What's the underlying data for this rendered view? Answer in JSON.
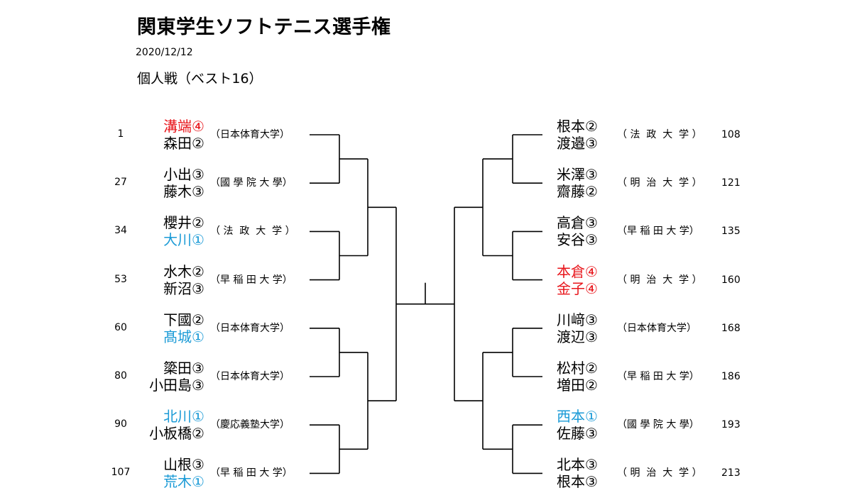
{
  "title": "関東学生ソフトテニス選手権",
  "date": "2020/12/12",
  "subtitle": "個人戦（ベスト16）",
  "colors": {
    "winner": "#e8141a",
    "first_year": "#1a9ad6",
    "text": "#000000"
  },
  "left_pairs": [
    {
      "seed": "1",
      "players": [
        {
          "name": "溝端④",
          "color": "#e8141a"
        },
        {
          "name": "森田②",
          "color": "#000000"
        }
      ],
      "school": "（日本体育大学）"
    },
    {
      "seed": "27",
      "players": [
        {
          "name": "小出③",
          "color": "#000000"
        },
        {
          "name": "藤木③",
          "color": "#000000"
        }
      ],
      "school": "（國 學 院 大 學）"
    },
    {
      "seed": "34",
      "players": [
        {
          "name": "櫻井②",
          "color": "#000000"
        },
        {
          "name": "大川①",
          "color": "#1a9ad6"
        }
      ],
      "school": "（ 法  政  大  学 ）"
    },
    {
      "seed": "53",
      "players": [
        {
          "name": "水木②",
          "color": "#000000"
        },
        {
          "name": "新沼③",
          "color": "#000000"
        }
      ],
      "school": "（早 稲 田 大 学）"
    },
    {
      "seed": "60",
      "players": [
        {
          "name": "下國②",
          "color": "#000000"
        },
        {
          "name": "髙城①",
          "color": "#1a9ad6"
        }
      ],
      "school": "（日本体育大学）"
    },
    {
      "seed": "80",
      "players": [
        {
          "name": "簗田③",
          "color": "#000000"
        },
        {
          "name": "小田島③",
          "color": "#000000"
        }
      ],
      "school": "（日本体育大学）"
    },
    {
      "seed": "90",
      "players": [
        {
          "name": "北川①",
          "color": "#1a9ad6"
        },
        {
          "name": "小板橋②",
          "color": "#000000"
        }
      ],
      "school": "（慶応義塾大学）"
    },
    {
      "seed": "107",
      "players": [
        {
          "name": "山根③",
          "color": "#000000"
        },
        {
          "name": "荒木①",
          "color": "#1a9ad6"
        }
      ],
      "school": "（早 稲 田 大 学）"
    }
  ],
  "right_pairs": [
    {
      "seed": "108",
      "players": [
        {
          "name": "根本②",
          "color": "#000000"
        },
        {
          "name": "渡邉③",
          "color": "#000000"
        }
      ],
      "school": "（ 法  政  大  学 ）"
    },
    {
      "seed": "121",
      "players": [
        {
          "name": "米澤③",
          "color": "#000000"
        },
        {
          "name": "齋藤②",
          "color": "#000000"
        }
      ],
      "school": "（ 明  治  大  学 ）"
    },
    {
      "seed": "135",
      "players": [
        {
          "name": "高倉③",
          "color": "#000000"
        },
        {
          "name": "安谷③",
          "color": "#000000"
        }
      ],
      "school": "（早 稲 田 大 学）"
    },
    {
      "seed": "160",
      "players": [
        {
          "name": "本倉④",
          "color": "#e8141a"
        },
        {
          "name": "金子④",
          "color": "#e8141a"
        }
      ],
      "school": "（ 明  治  大  学 ）"
    },
    {
      "seed": "168",
      "players": [
        {
          "name": "川﨑③",
          "color": "#000000"
        },
        {
          "name": "渡辺③",
          "color": "#000000"
        }
      ],
      "school": "（日本体育大学）"
    },
    {
      "seed": "186",
      "players": [
        {
          "name": "松村②",
          "color": "#000000"
        },
        {
          "name": "増田②",
          "color": "#000000"
        }
      ],
      "school": "（早 稲 田 大 学）"
    },
    {
      "seed": "193",
      "players": [
        {
          "name": "西本①",
          "color": "#1a9ad6"
        },
        {
          "name": "佐藤③",
          "color": "#000000"
        }
      ],
      "school": "（國 學 院 大 學）"
    },
    {
      "seed": "213",
      "players": [
        {
          "name": "北本③",
          "color": "#000000"
        },
        {
          "name": "根本③",
          "color": "#000000"
        }
      ],
      "school": "（ 明  治  大  学 ）"
    }
  ]
}
